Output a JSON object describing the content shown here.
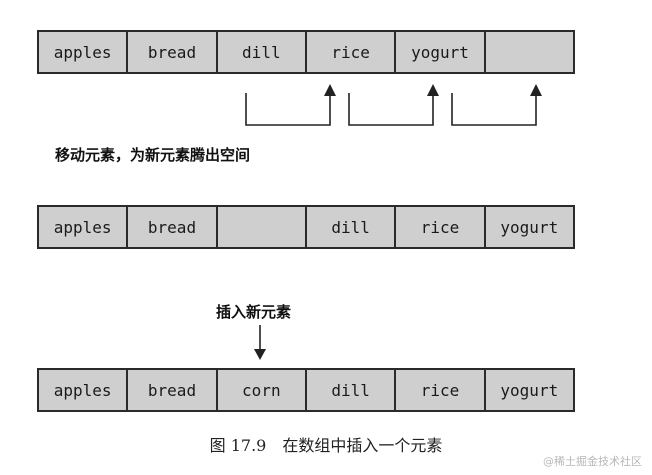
{
  "rows": {
    "before": [
      "apples",
      "bread",
      "dill",
      "rice",
      "yogurt",
      ""
    ],
    "shifted": [
      "apples",
      "bread",
      "",
      "dill",
      "rice",
      "yogurt"
    ],
    "inserted": [
      "apples",
      "bread",
      "corn",
      "dill",
      "rice",
      "yogurt"
    ]
  },
  "labels": {
    "move": "移动元素，为新元素腾出空间",
    "insert": "插入新元素",
    "figure": "图 17.9　在数组中插入一个元素"
  },
  "watermark": "@稀土掘金技术社区"
}
